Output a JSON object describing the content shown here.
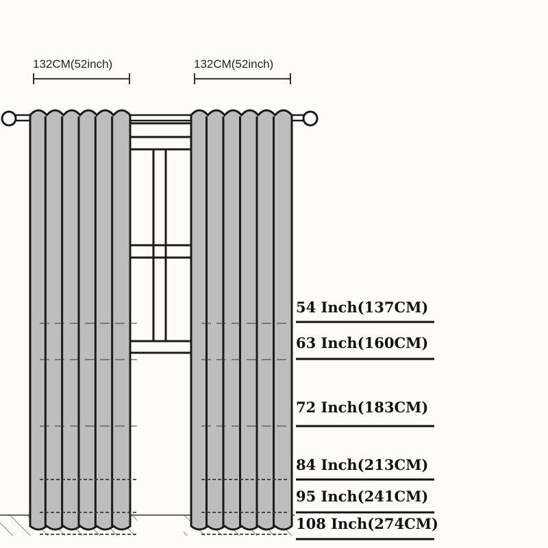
{
  "panel_width_labels": [
    "132CM(52inch)",
    "132CM(52inch)"
  ],
  "length_options": [
    {
      "label": "54 Inch(137CM)",
      "inches": 54,
      "cm": 137
    },
    {
      "label": "63 Inch(160CM)",
      "inches": 63,
      "cm": 160
    },
    {
      "label": "72 Inch(183CM)",
      "inches": 72,
      "cm": 183
    },
    {
      "label": "84 Inch(213CM)",
      "inches": 84,
      "cm": 213
    },
    {
      "label": "95 Inch(241CM)",
      "inches": 95,
      "cm": 241
    },
    {
      "label": "108 Inch(274CM)",
      "inches": 108,
      "cm": 274
    }
  ],
  "colors": {
    "curtain_fill": "#bdbdbd",
    "outline": "#1a1a1a",
    "background": "#fdfcf8"
  }
}
